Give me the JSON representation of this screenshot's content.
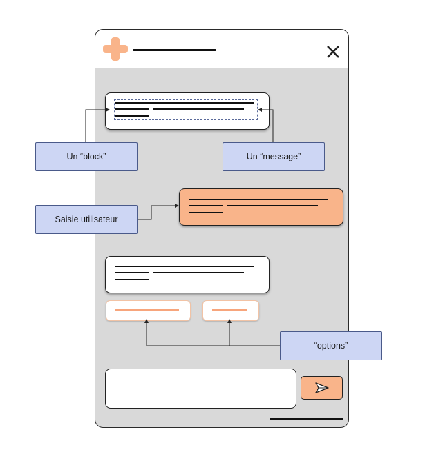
{
  "labels": {
    "block": "Un “block”",
    "message": "Un “message”",
    "user_input": "Saisie utilisateur",
    "options": "“options”"
  },
  "colors": {
    "accent": "#f9b48a",
    "frame_bg": "#d9d9d9",
    "label_bg": "#cdd6f4",
    "label_border": "#4a5a8a"
  },
  "icons": {
    "logo": "plus-icon",
    "close": "close-icon",
    "send": "send-icon"
  }
}
